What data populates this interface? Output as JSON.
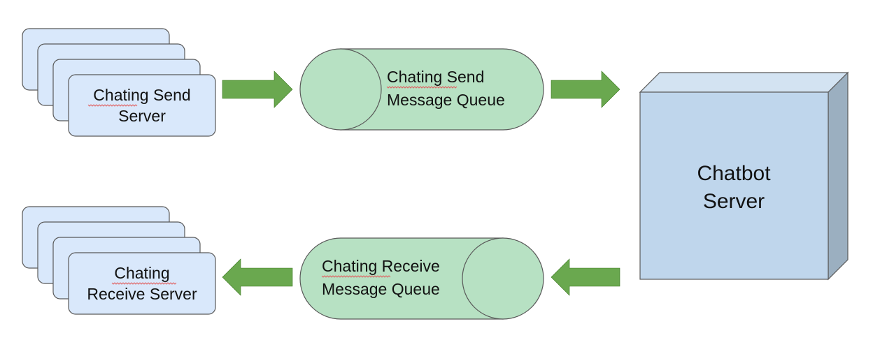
{
  "diagram": {
    "send_server": {
      "line1": "Chating Send",
      "line2": "Server"
    },
    "send_queue": {
      "line1": "Chating Send",
      "line2": "Message Queue"
    },
    "chatbot": {
      "line1": "Chatbot",
      "line2": "Server"
    },
    "receive_queue": {
      "line1": "Chating Receive",
      "line2": "Message Queue"
    },
    "receive_server": {
      "line1": "Chating",
      "line2": "Receive Server"
    },
    "colors": {
      "server_fill": "#d9e8fb",
      "queue_fill": "#b7e1c3",
      "chatbot_front": "#bfd6ec",
      "chatbot_top": "#d3e3f2",
      "chatbot_side": "#9bafc0",
      "arrow": "#6aa84f",
      "stroke": "#595959"
    }
  }
}
